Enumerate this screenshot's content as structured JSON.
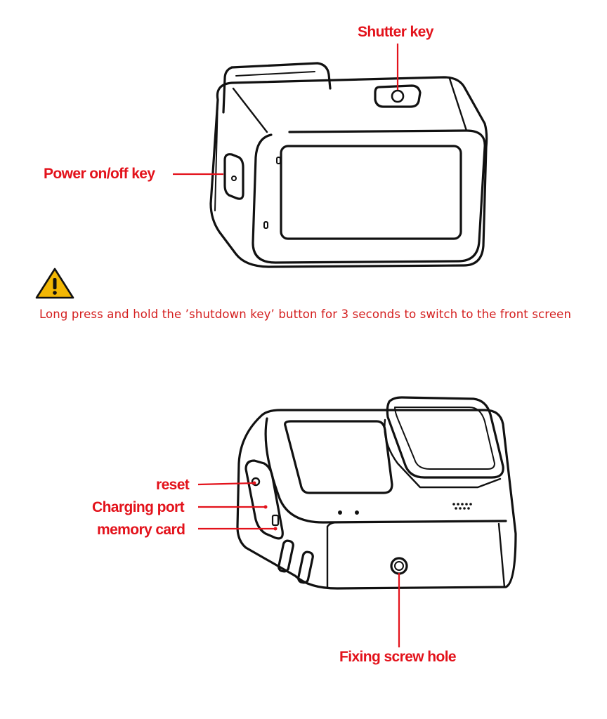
{
  "labels": {
    "shutter_key": "Shutter key",
    "power_key": "Power on/off key",
    "reset": "reset",
    "charging_port": "Charging port",
    "memory_card": "memory card",
    "screw_hole": "Fixing screw hole"
  },
  "warning": {
    "icon": "warning-triangle-icon",
    "text": "Long press and hold the ’shutdown key’ button for 3 seconds to switch to the front screen"
  },
  "colors": {
    "label": "#e3121b",
    "warning_text": "#d41e1e",
    "warning_icon_fill": "#f2b705",
    "line_art": "#111111"
  }
}
